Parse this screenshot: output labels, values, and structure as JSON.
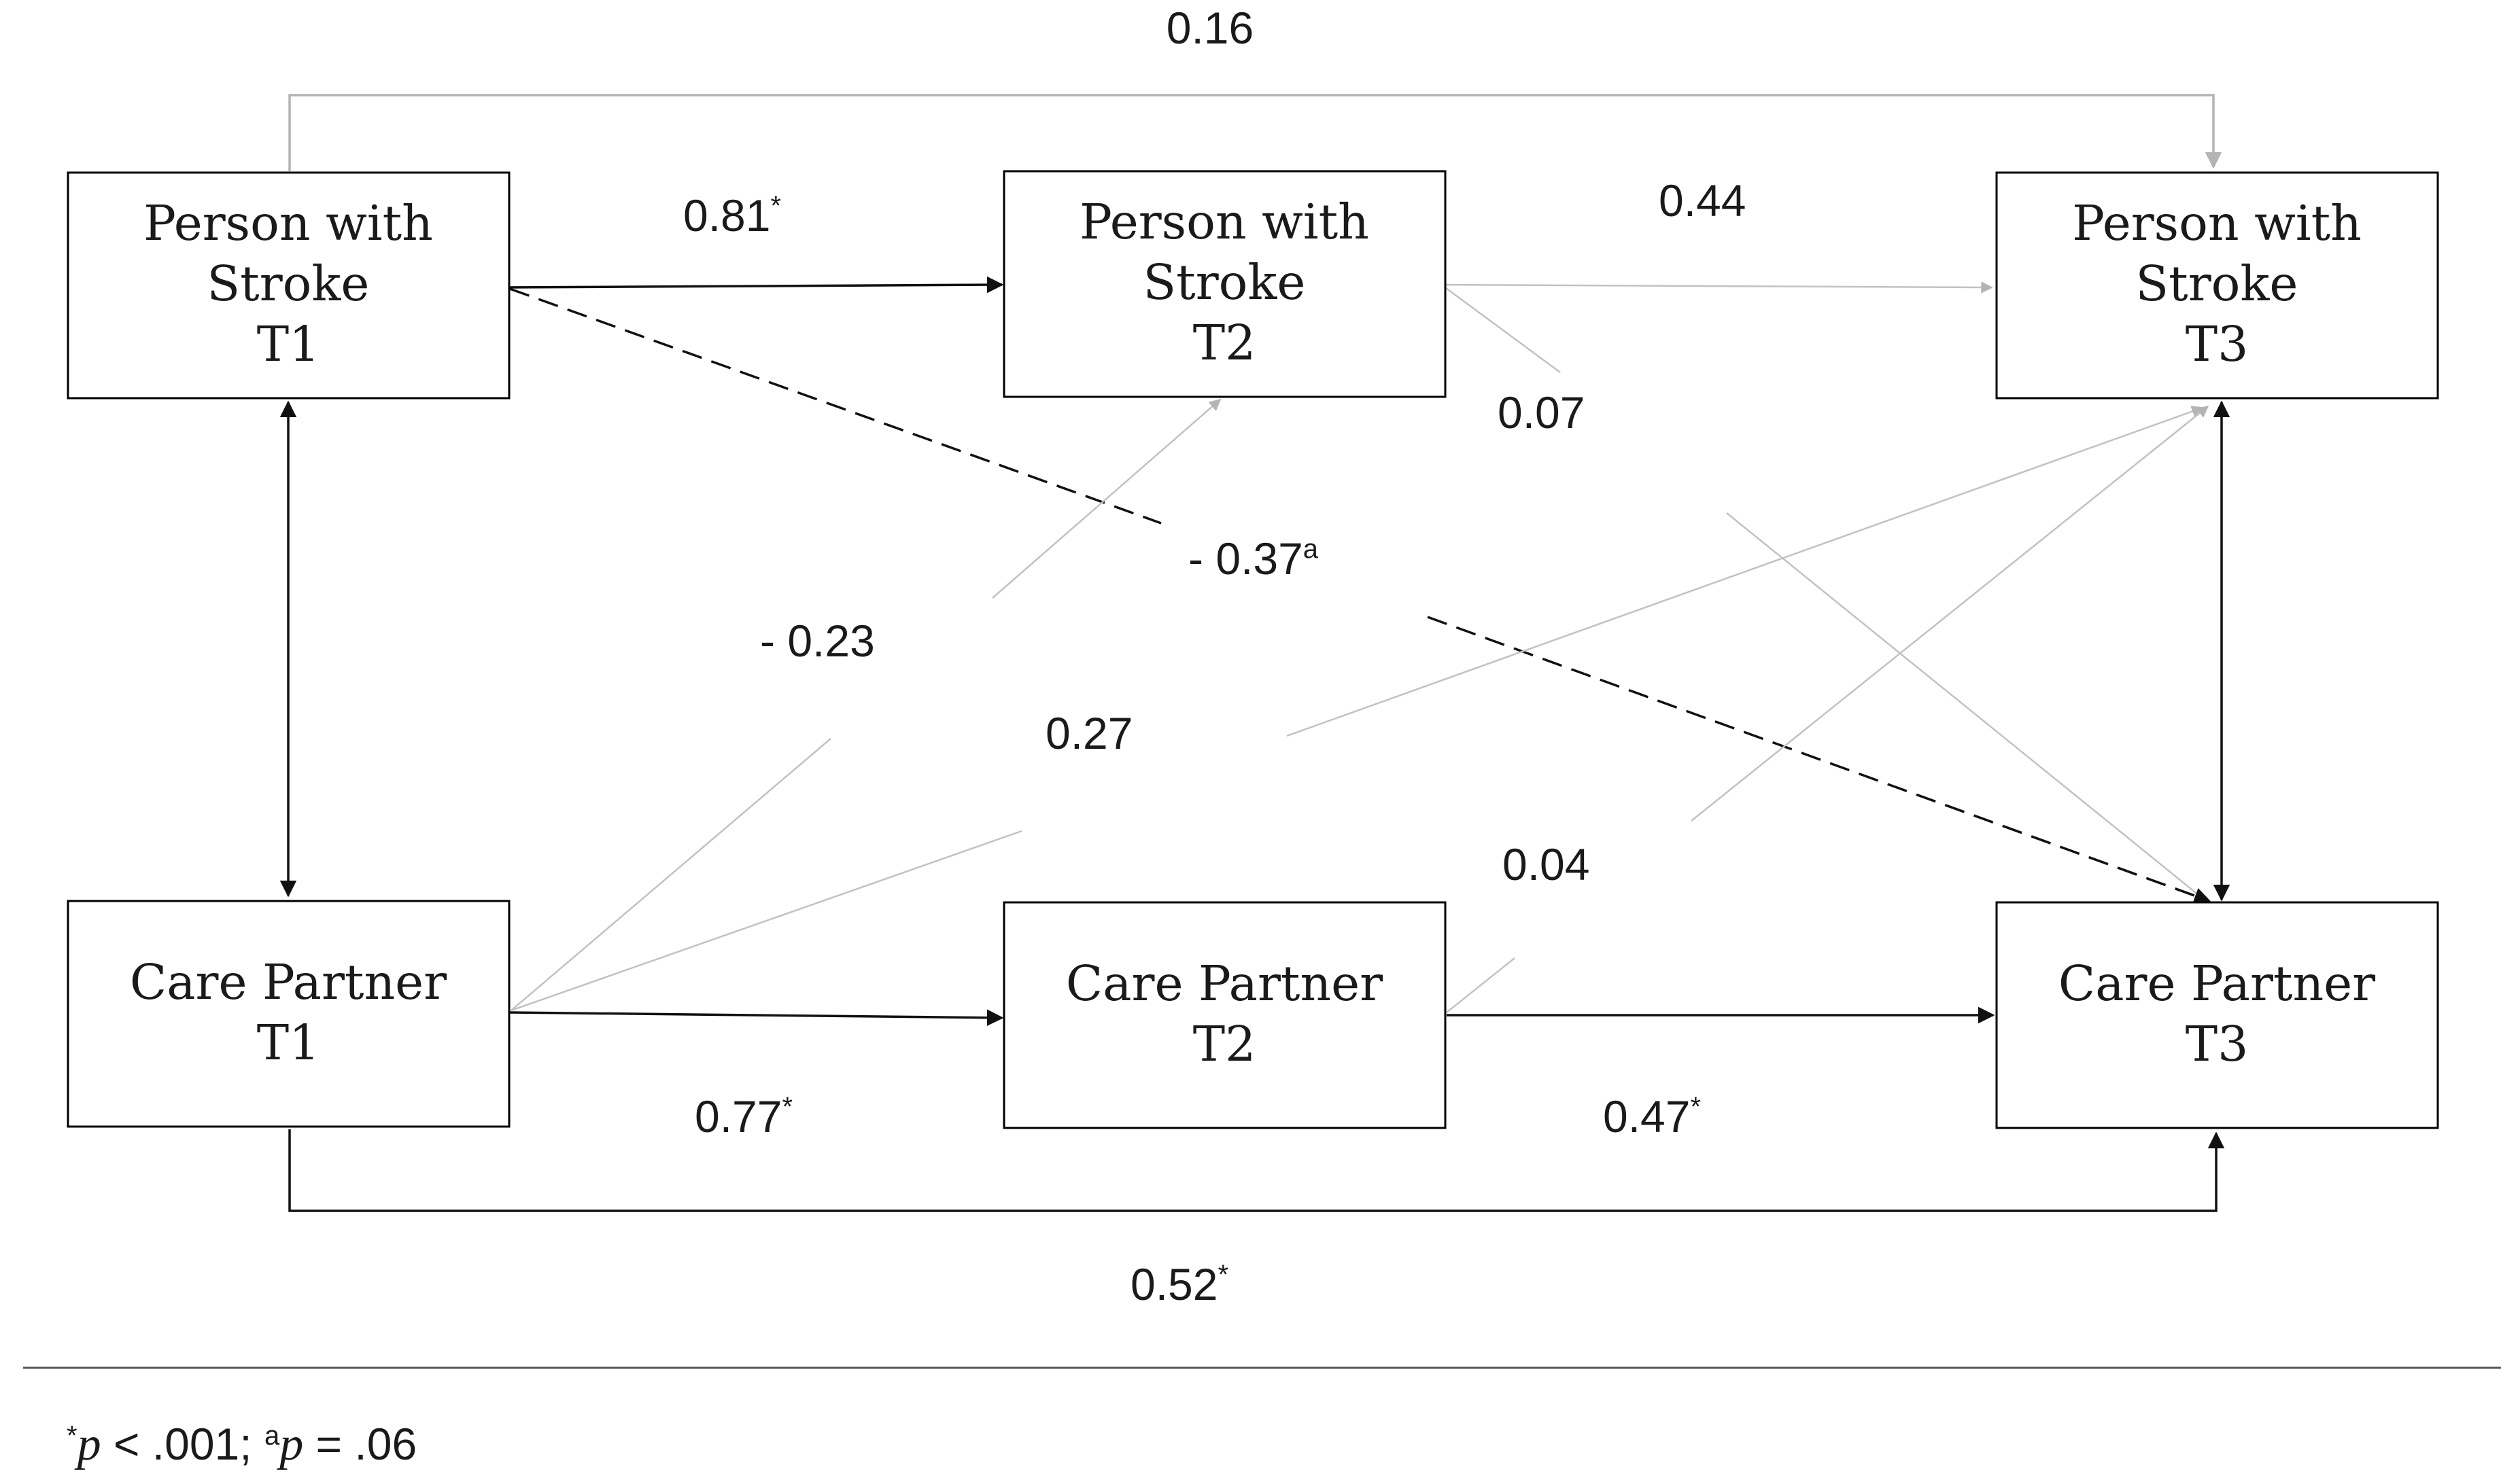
{
  "nodes": {
    "ps_t1": {
      "lines": [
        "Person with",
        "Stroke",
        "T1"
      ]
    },
    "ps_t2": {
      "lines": [
        "Person with",
        "Stroke",
        "T2"
      ]
    },
    "ps_t3": {
      "lines": [
        "Person with",
        "Stroke",
        "T3"
      ]
    },
    "cp_t1": {
      "lines": [
        "Care Partner",
        "T1"
      ]
    },
    "cp_t2": {
      "lines": [
        "Care Partner",
        "T2"
      ]
    },
    "cp_t3": {
      "lines": [
        "Care Partner",
        "T3"
      ]
    }
  },
  "coefficients": {
    "ps_t1_to_ps_t3": {
      "value": "0.16",
      "mark": ""
    },
    "ps_t1_to_ps_t2": {
      "value": "0.81",
      "mark": "*"
    },
    "ps_t2_to_ps_t3": {
      "value": "0.44",
      "mark": ""
    },
    "ps_t2_to_cp_t3": {
      "value": "0.07",
      "mark": ""
    },
    "ps_t1_to_cp_t3": {
      "value": "- 0.37",
      "mark": "a"
    },
    "cp_t1_to_ps_t2": {
      "value": "- 0.23",
      "mark": ""
    },
    "cp_t1_to_ps_t3": {
      "value": "0.27",
      "mark": ""
    },
    "cp_t2_to_ps_t3": {
      "value": "0.04",
      "mark": ""
    },
    "cp_t1_to_cp_t2": {
      "value": "0.77",
      "mark": "*"
    },
    "cp_t2_to_cp_t3": {
      "value": "0.47",
      "mark": "*"
    },
    "cp_t1_to_cp_t3": {
      "value": "0.52",
      "mark": "*"
    }
  },
  "footnote": {
    "star": "*",
    "p1": "p",
    "cond1": " < .001; ",
    "a": "a",
    "p2": "p",
    "cond2": " = .06"
  },
  "colors": {
    "significant_path": "#111111",
    "nonsignificant_path": "#b4b4b4",
    "marginal_path_style": "dashed"
  }
}
